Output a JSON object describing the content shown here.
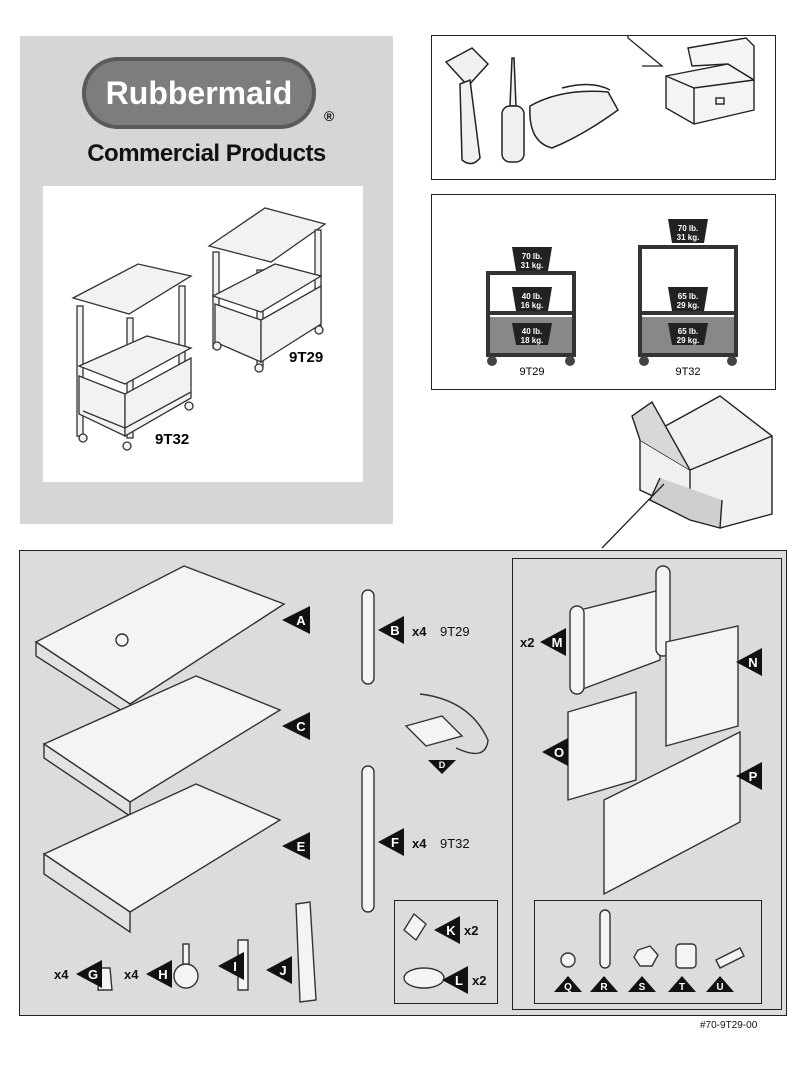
{
  "brand": {
    "name": "Rubbermaid",
    "registered": "®",
    "subtitle": "Commercial Products"
  },
  "models": {
    "small": "9T32",
    "large": "9T29"
  },
  "capacity": {
    "left_label": "9T29",
    "right_label": "9T32",
    "w70": [
      "70 lb.",
      "31 kg."
    ],
    "w40": [
      "40 lb.",
      "18 kg."
    ],
    "w40b": [
      "40 lb.",
      "16 kg."
    ],
    "w65a": [
      "65 lb.",
      "29 kg."
    ],
    "w65b": [
      "65 lb.",
      "29 kg."
    ]
  },
  "parts": {
    "A": "A",
    "B": "B",
    "C": "C",
    "D": "D",
    "E": "E",
    "F": "F",
    "G": "G",
    "H": "H",
    "I": "I",
    "J": "J",
    "K": "K",
    "L": "L",
    "M": "M",
    "N": "N",
    "O": "O",
    "P": "P",
    "Q": "Q",
    "R": "R",
    "S": "S",
    "T": "T",
    "U": "U"
  },
  "quantities": {
    "B": "x4",
    "F": "x4",
    "G": "x4",
    "H": "x4",
    "K": "x2",
    "L": "x2",
    "M": "x2"
  },
  "part_models": {
    "B": "9T29",
    "F": "9T32"
  },
  "doc_number": "#70-9T29-00"
}
